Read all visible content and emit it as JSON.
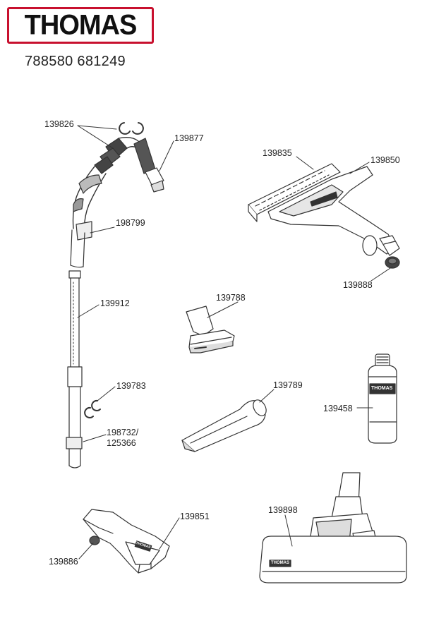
{
  "header": {
    "brand": "THOMAS",
    "codes": "788580 681249",
    "brand_color": "#c8102e"
  },
  "parts": [
    {
      "id": "hose-clips",
      "label": "139826"
    },
    {
      "id": "hose-connector",
      "label": "139877"
    },
    {
      "id": "handle-clip",
      "label": "198799"
    },
    {
      "id": "telescopic-tube",
      "label": "139912"
    },
    {
      "id": "tube-clips",
      "label": "139783"
    },
    {
      "id": "tube-lock",
      "label": "198732/\n125366"
    },
    {
      "id": "wide-nozzle-frame",
      "label": "139835"
    },
    {
      "id": "wide-nozzle",
      "label": "139850"
    },
    {
      "id": "nozzle-adapter",
      "label": "139888"
    },
    {
      "id": "upholstery-nozzle",
      "label": "139788"
    },
    {
      "id": "crevice-nozzle",
      "label": "139789"
    },
    {
      "id": "cleaning-bottle",
      "label": "139458"
    },
    {
      "id": "spray-nozzle",
      "label": "139851"
    },
    {
      "id": "spray-adapter",
      "label": "139886"
    },
    {
      "id": "floor-nozzle",
      "label": "139898"
    }
  ],
  "bottle_logo": "THOMAS",
  "floor_logo": "THOMAS",
  "spray_logo": "THOMAS"
}
